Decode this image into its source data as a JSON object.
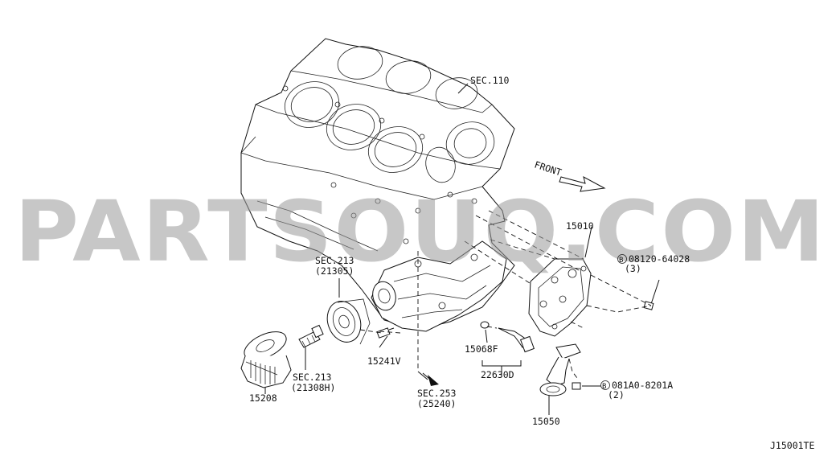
{
  "diagram": {
    "watermark": "PARTSOUQ.COM",
    "front_label": "FRONT",
    "drawing_number": "J15001TE",
    "callouts": {
      "sec110": "SEC.110",
      "sec213_top": "SEC.213",
      "sec213_top_sub": "(21305)",
      "sec213_bottom": "SEC.213",
      "sec213_bottom_sub": "(21308H)",
      "sec253": "SEC.253",
      "sec253_sub": "(25240)",
      "p15010": "15010",
      "p15208": "15208",
      "p15241v": "15241V",
      "p15068f": "15068F",
      "p22630d": "22630D",
      "p15050": "15050",
      "bolt1_code": "08120-64028",
      "bolt1_qty": "(3)",
      "bolt1_marker": "B",
      "bolt2_code": "081A0-8201A",
      "bolt2_qty": "(2)",
      "bolt2_marker": "B"
    }
  }
}
